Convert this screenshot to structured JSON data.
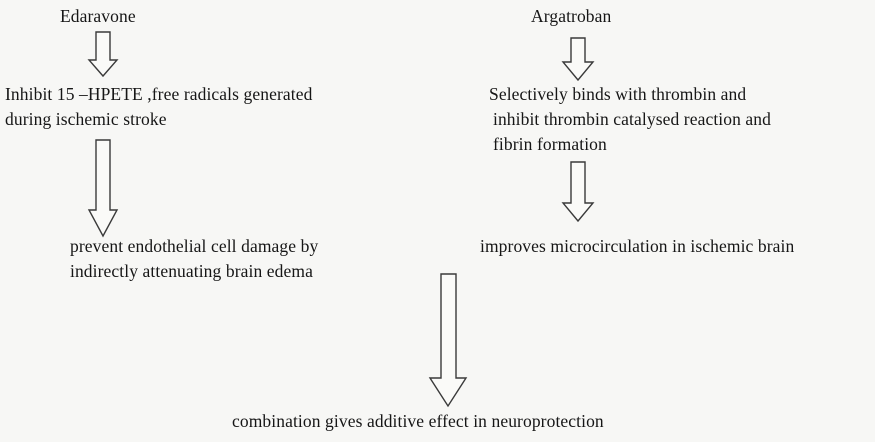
{
  "diagram": {
    "nodes": {
      "edaravone": {
        "lines": [
          "Edaravone"
        ]
      },
      "argatroban": {
        "lines": [
          "Argatroban"
        ]
      },
      "edaravone_action": {
        "lines": [
          "Inhibit 15 –HPETE ,free radicals generated",
          "during ischemic stroke"
        ]
      },
      "argatroban_action": {
        "lines": [
          "Selectively binds with thrombin and",
          "inhibit thrombin catalysed reaction and",
          "fibrin formation"
        ]
      },
      "edaravone_effect": {
        "lines": [
          "prevent endothelial cell damage by",
          "indirectly attenuating brain edema"
        ]
      },
      "argatroban_effect": {
        "lines": [
          "improves microcirculation in ischemic brain"
        ]
      },
      "combination": {
        "lines": [
          "combination gives additive effect in neuroprotection"
        ]
      }
    },
    "edges": [
      {
        "from": "edaravone",
        "to": "edaravone_action"
      },
      {
        "from": "edaravone_action",
        "to": "edaravone_effect"
      },
      {
        "from": "argatroban",
        "to": "argatroban_action"
      },
      {
        "from": "argatroban_action",
        "to": "argatroban_effect"
      },
      {
        "from": "edaravone_effect",
        "to": "combination"
      },
      {
        "from": "argatroban_effect",
        "to": "combination"
      }
    ]
  }
}
